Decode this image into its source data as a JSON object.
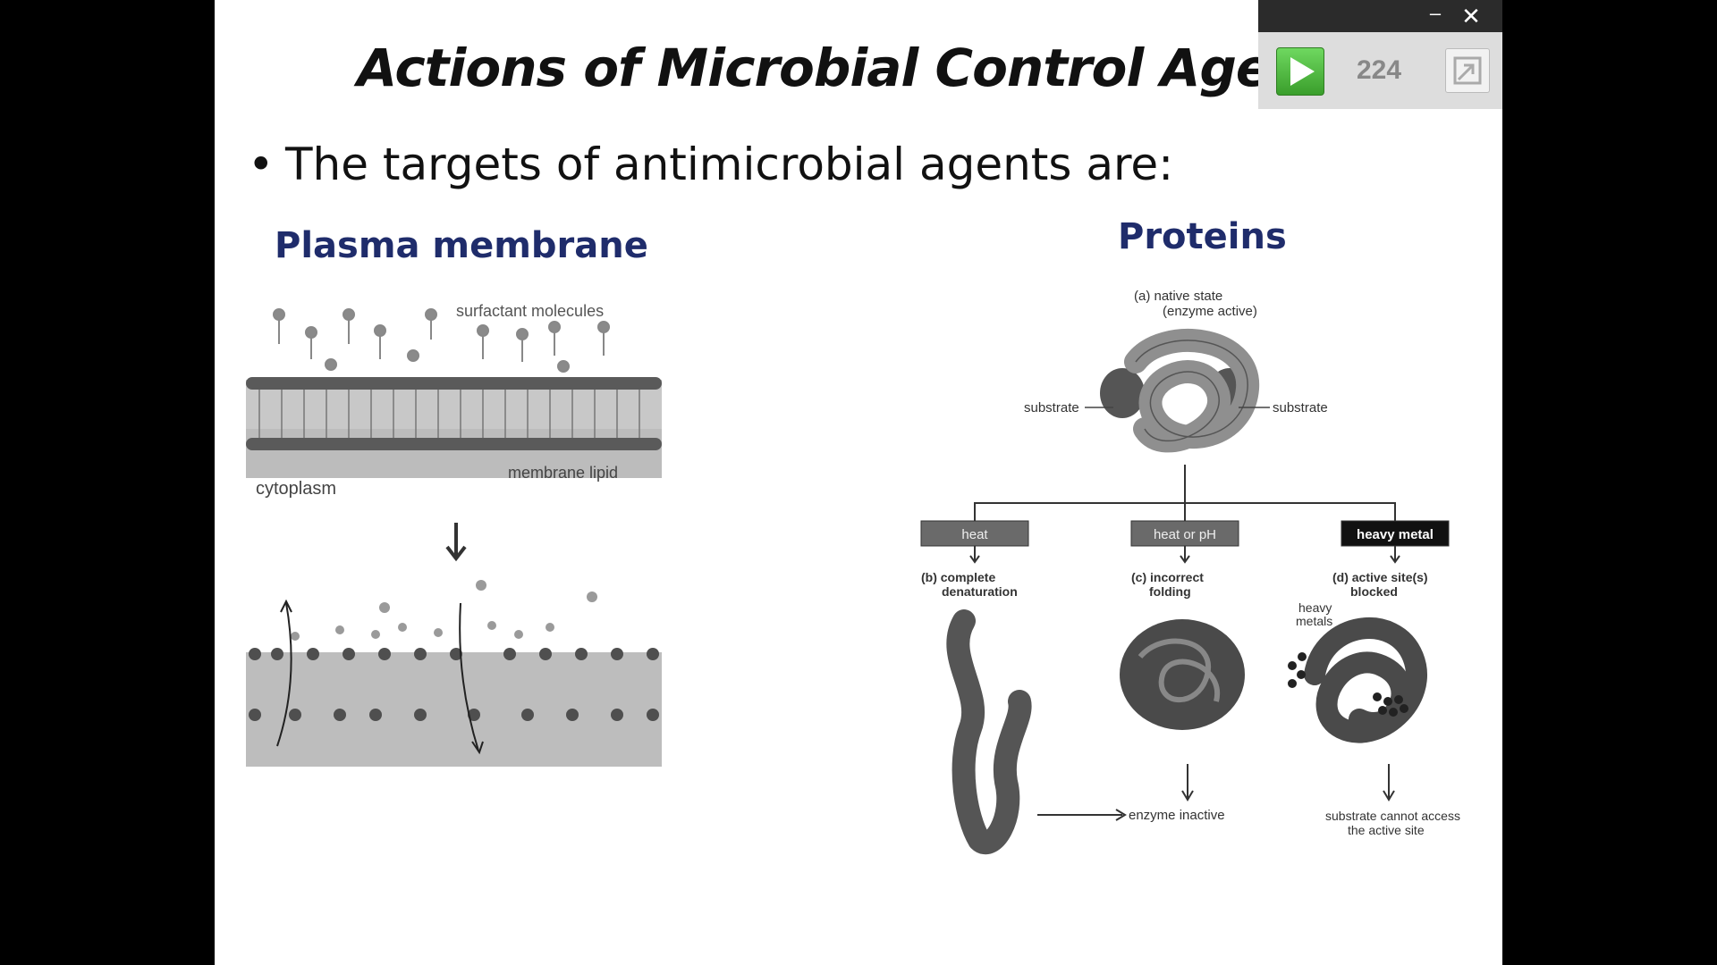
{
  "slide": {
    "title": "Actions of Microbial Control Agents",
    "bullet": "The targets of antimicrobial agents are:",
    "left_heading": "Plasma membrane",
    "right_heading": "Proteins"
  },
  "membrane_figure": {
    "surfactant_label": "surfactant molecules",
    "cytoplasm_label": "cytoplasm",
    "lipid_label": "membrane lipid"
  },
  "protein_figure": {
    "native_state_a": "(a)  native state",
    "native_state_b": "(enzyme active)",
    "substrate_left": "substrate",
    "substrate_right": "substrate",
    "box_heat": "heat",
    "box_heat_ph": "heat or pH",
    "box_heavy_metal": "heavy metal",
    "b_line1": "(b)  complete",
    "b_line2": "denaturation",
    "c_line1": "(c)  incorrect",
    "c_line2": "folding",
    "d_line1": "(d)  active site(s)",
    "d_line2": "blocked",
    "heavy_metals_1": "heavy",
    "heavy_metals_2": "metals",
    "enzyme_inactive": "enzyme inactive",
    "substrate_cannot_1": "substrate cannot access",
    "substrate_cannot_2": "the active site"
  },
  "player": {
    "counter": "224",
    "minimize_glyph": "–",
    "close_glyph": "✕",
    "play_icon": "play-icon",
    "expand_icon": "expand-icon"
  }
}
